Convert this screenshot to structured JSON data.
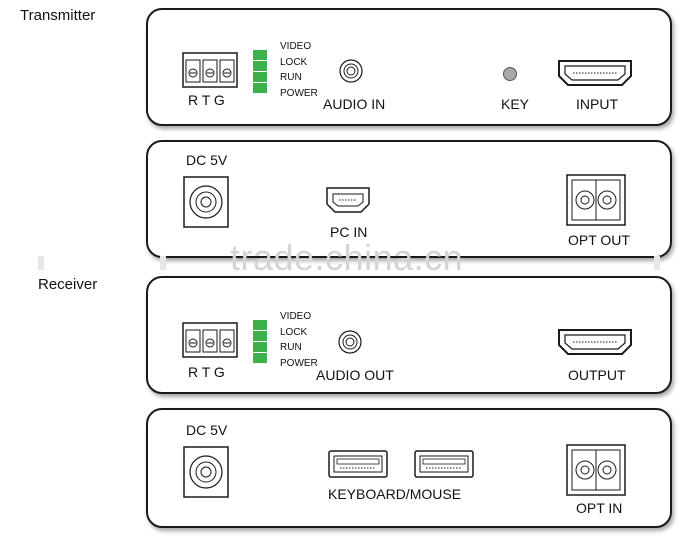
{
  "sections": {
    "transmitter": "Transmitter",
    "receiver": "Receiver"
  },
  "tx_top": {
    "terminal": "R T G",
    "leds": "VIDEO\nLOCK\nRUN\nPOWER",
    "audio": "AUDIO IN",
    "key": "KEY",
    "hdmi": "INPUT"
  },
  "tx_bottom": {
    "dc": "DC 5V",
    "usb": "PC IN",
    "opt": "OPT OUT"
  },
  "rx_top": {
    "terminal": "R T G",
    "leds": "VIDEO\nLOCK\nRUN\nPOWER",
    "audio": "AUDIO OUT",
    "hdmi": "OUTPUT"
  },
  "rx_bottom": {
    "dc": "DC 5V",
    "usb": "KEYBOARD/MOUSE",
    "opt": "OPT IN"
  },
  "watermark": "trade.china.cn",
  "colors": {
    "led_green": "#3cb04a",
    "stroke": "#1a1a1a"
  }
}
